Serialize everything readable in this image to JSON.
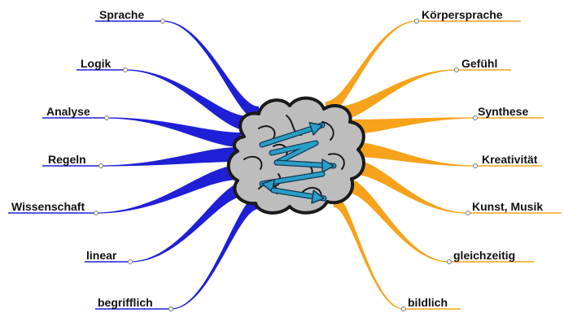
{
  "left_branches": [
    {
      "label": "Sprache"
    },
    {
      "label": "Logik"
    },
    {
      "label": "Analyse"
    },
    {
      "label": "Regeln"
    },
    {
      "label": "Wissenschaft"
    },
    {
      "label": "linear"
    },
    {
      "label": "begrifflich"
    }
  ],
  "right_branches": [
    {
      "label": "Körpersprache"
    },
    {
      "label": "Gefühl"
    },
    {
      "label": "Synthese"
    },
    {
      "label": "Kreativität"
    },
    {
      "label": "Kunst, Musik"
    },
    {
      "label": "gleichzeitig"
    },
    {
      "label": "bildlich"
    }
  ],
  "colors": {
    "left_branch": "#1f1fd6",
    "right_branch": "#f7a21b",
    "brain_fill": "#bdbdbd",
    "brain_outline": "#1a1a1a",
    "arrow": "#2a9ec6"
  },
  "center_icon": "brain-icon"
}
